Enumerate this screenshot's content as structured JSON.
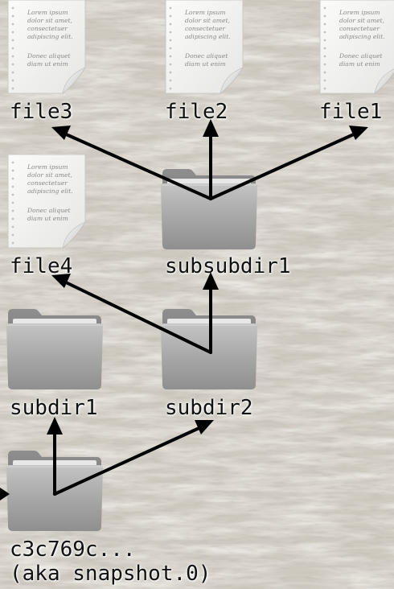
{
  "nodes": {
    "file3": {
      "label": "file3",
      "kind": "file",
      "icon": "document-icon"
    },
    "file2": {
      "label": "file2",
      "kind": "file",
      "icon": "document-icon"
    },
    "file1": {
      "label": "file1",
      "kind": "file",
      "icon": "document-icon"
    },
    "file4": {
      "label": "file4",
      "kind": "file",
      "icon": "document-icon"
    },
    "subsubdir1": {
      "label": "subsubdir1",
      "kind": "folder",
      "icon": "folder-icon"
    },
    "subdir1": {
      "label": "subdir1",
      "kind": "folder",
      "icon": "folder-icon"
    },
    "subdir2": {
      "label": "subdir2",
      "kind": "folder",
      "icon": "folder-icon"
    },
    "root": {
      "label_line1": "c3c769c...",
      "label_line2": "(aka snapshot.0)",
      "kind": "folder",
      "icon": "folder-icon"
    }
  },
  "document_text": {
    "line1": "Lorem ipsum",
    "line2": "dolor sit amet,",
    "line3": "consectetuer",
    "line4": "adipiscing elit.",
    "line5": "Donec aliquet",
    "line6": "diam ut enim"
  },
  "edges": [
    {
      "from": "subsubdir1",
      "to": "file3"
    },
    {
      "from": "subsubdir1",
      "to": "file2"
    },
    {
      "from": "subsubdir1",
      "to": "file1"
    },
    {
      "from": "subdir2",
      "to": "file4"
    },
    {
      "from": "subdir2",
      "to": "subsubdir1"
    },
    {
      "from": "root",
      "to": "subdir1"
    },
    {
      "from": "root",
      "to": "subdir2"
    },
    {
      "from": "external",
      "to": "root"
    }
  ],
  "colors": {
    "background": "#cdc8bf",
    "arrow": "#000000",
    "folder": "#a9a9a9",
    "document": "#f4f4f2"
  }
}
